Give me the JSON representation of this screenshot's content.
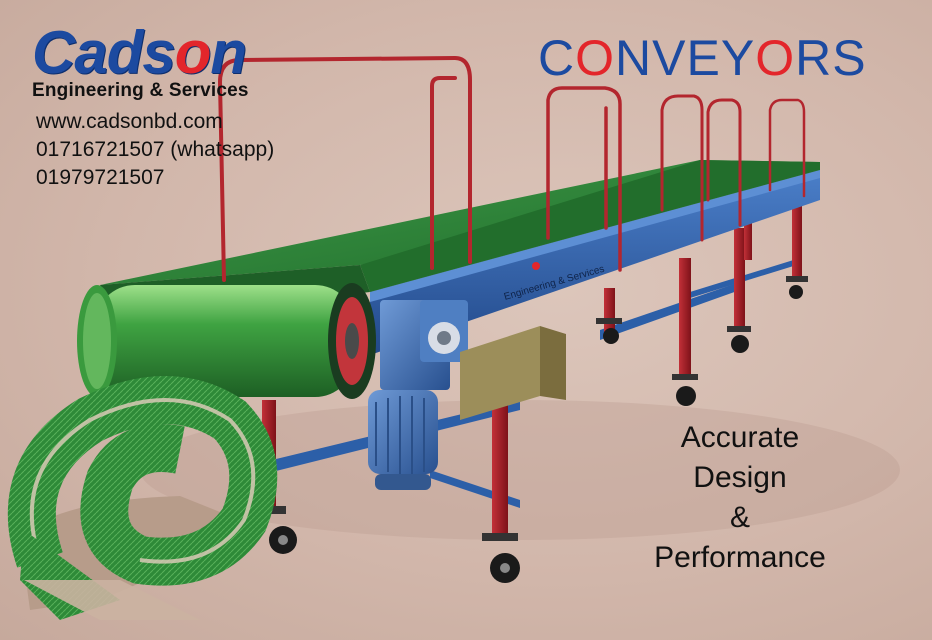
{
  "brand": {
    "logo_parts": [
      "Cads",
      "o",
      "n"
    ],
    "subtitle": "Engineering & Services"
  },
  "contact": {
    "website": "www.cadsonbd.com",
    "phone_whatsapp": "01716721507 (whatsapp)",
    "phone_alt": "01979721507"
  },
  "title": {
    "parts": [
      "C",
      "O",
      "NVEY",
      "O",
      "RS"
    ]
  },
  "tagline": {
    "line1": "Accurate",
    "line2": "Design",
    "line3": "&",
    "line4": "Performance"
  },
  "illustration": {
    "frame_plate_text": "Engineering & Services"
  },
  "colors": {
    "brand_blue": "#1c4aa0",
    "accent_red": "#e3262b",
    "belt_green": "#2f8a3a",
    "frame_blue": "#2c5fa8",
    "leg_red": "#a8202a"
  },
  "icons": [
    "conveyor-illustration",
    "belt-roll-illustration"
  ]
}
